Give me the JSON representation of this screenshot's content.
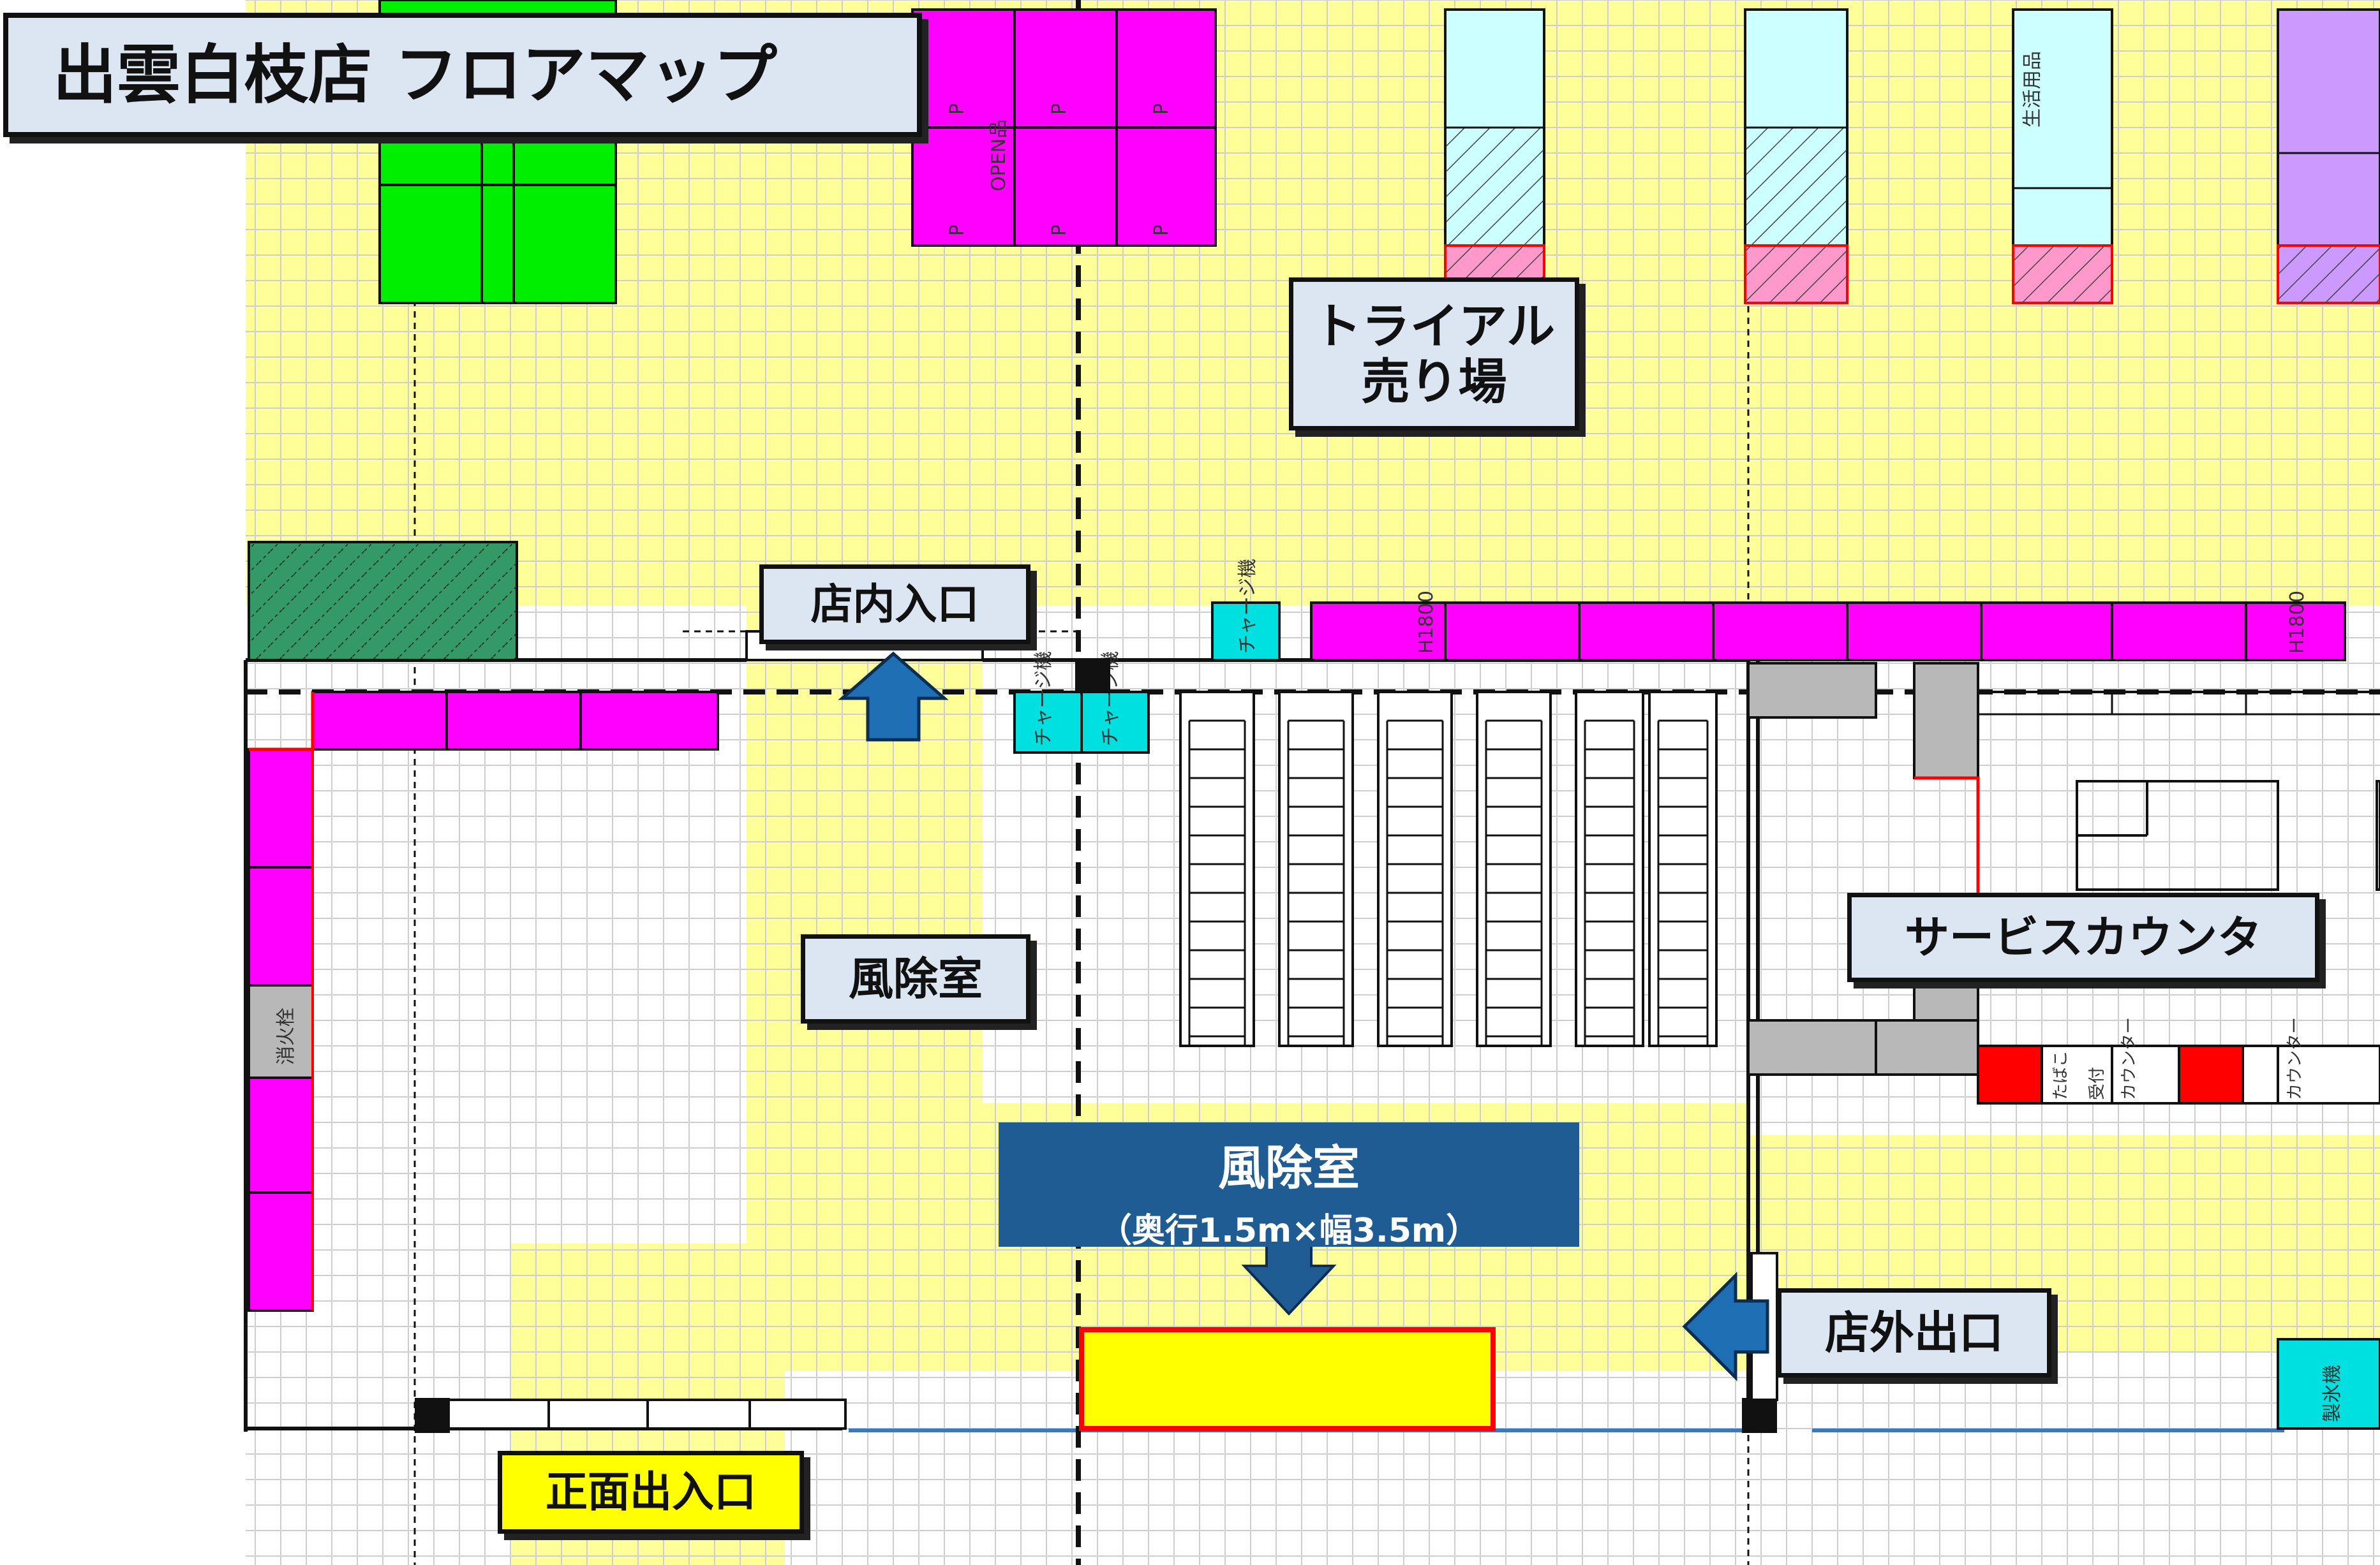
{
  "title": "出雲白枝店 フロアマップ",
  "labels": {
    "trial_line1": "トライアル",
    "trial_line2": "売り場",
    "store_entrance": "店内入口",
    "windbreak": "風除室",
    "service_counter": "サービスカウンタ",
    "exit": "店外出口",
    "front_entrance": "正面出入口"
  },
  "callout": {
    "title": "風除室",
    "size": "（奥行1.5m×幅3.5m）"
  },
  "small_text": {
    "open_item": "OPEN品",
    "p": "P",
    "h1800": "H1800",
    "charger_stand": "チャージ機",
    "fire_hydrant": "消火栓",
    "counter_a": "たばこ",
    "counter_b": "受付",
    "counter_c": "カウンター",
    "daily_goods": "生活用品",
    "ice_machine": "製氷機"
  },
  "colors": {
    "magenta": "#ff00ff",
    "green": "#00ee00",
    "yellow_zone": "#ffff99",
    "lightblue": "#ccffff",
    "lavender": "#cc99ff",
    "cyan": "#00e0e0",
    "red": "#ff0000",
    "gray": "#b8b8b8",
    "navy": "#1f5c93",
    "label_bg": "#dce6f2"
  }
}
